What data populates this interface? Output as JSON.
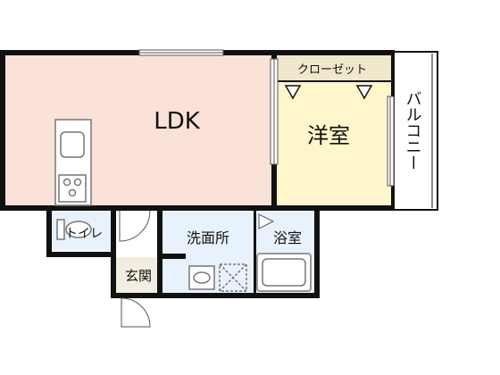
{
  "rooms": {
    "ldk": "LDK",
    "western": "洋室",
    "closet": "クローゼット",
    "balcony": "バルコニー",
    "washroom": "洗面所",
    "bath": "浴室",
    "toilet": "トイレ",
    "entrance": "玄関"
  },
  "colors": {
    "ldk_floor": "#fbe2d8",
    "western_floor": "#fff6cc",
    "closet_floor": "#f0e8cc",
    "wet_floor": "#e8f2fc",
    "entrance_floor": "#f2ede0",
    "wall": "#111111",
    "fixture_stroke": "#777777"
  }
}
